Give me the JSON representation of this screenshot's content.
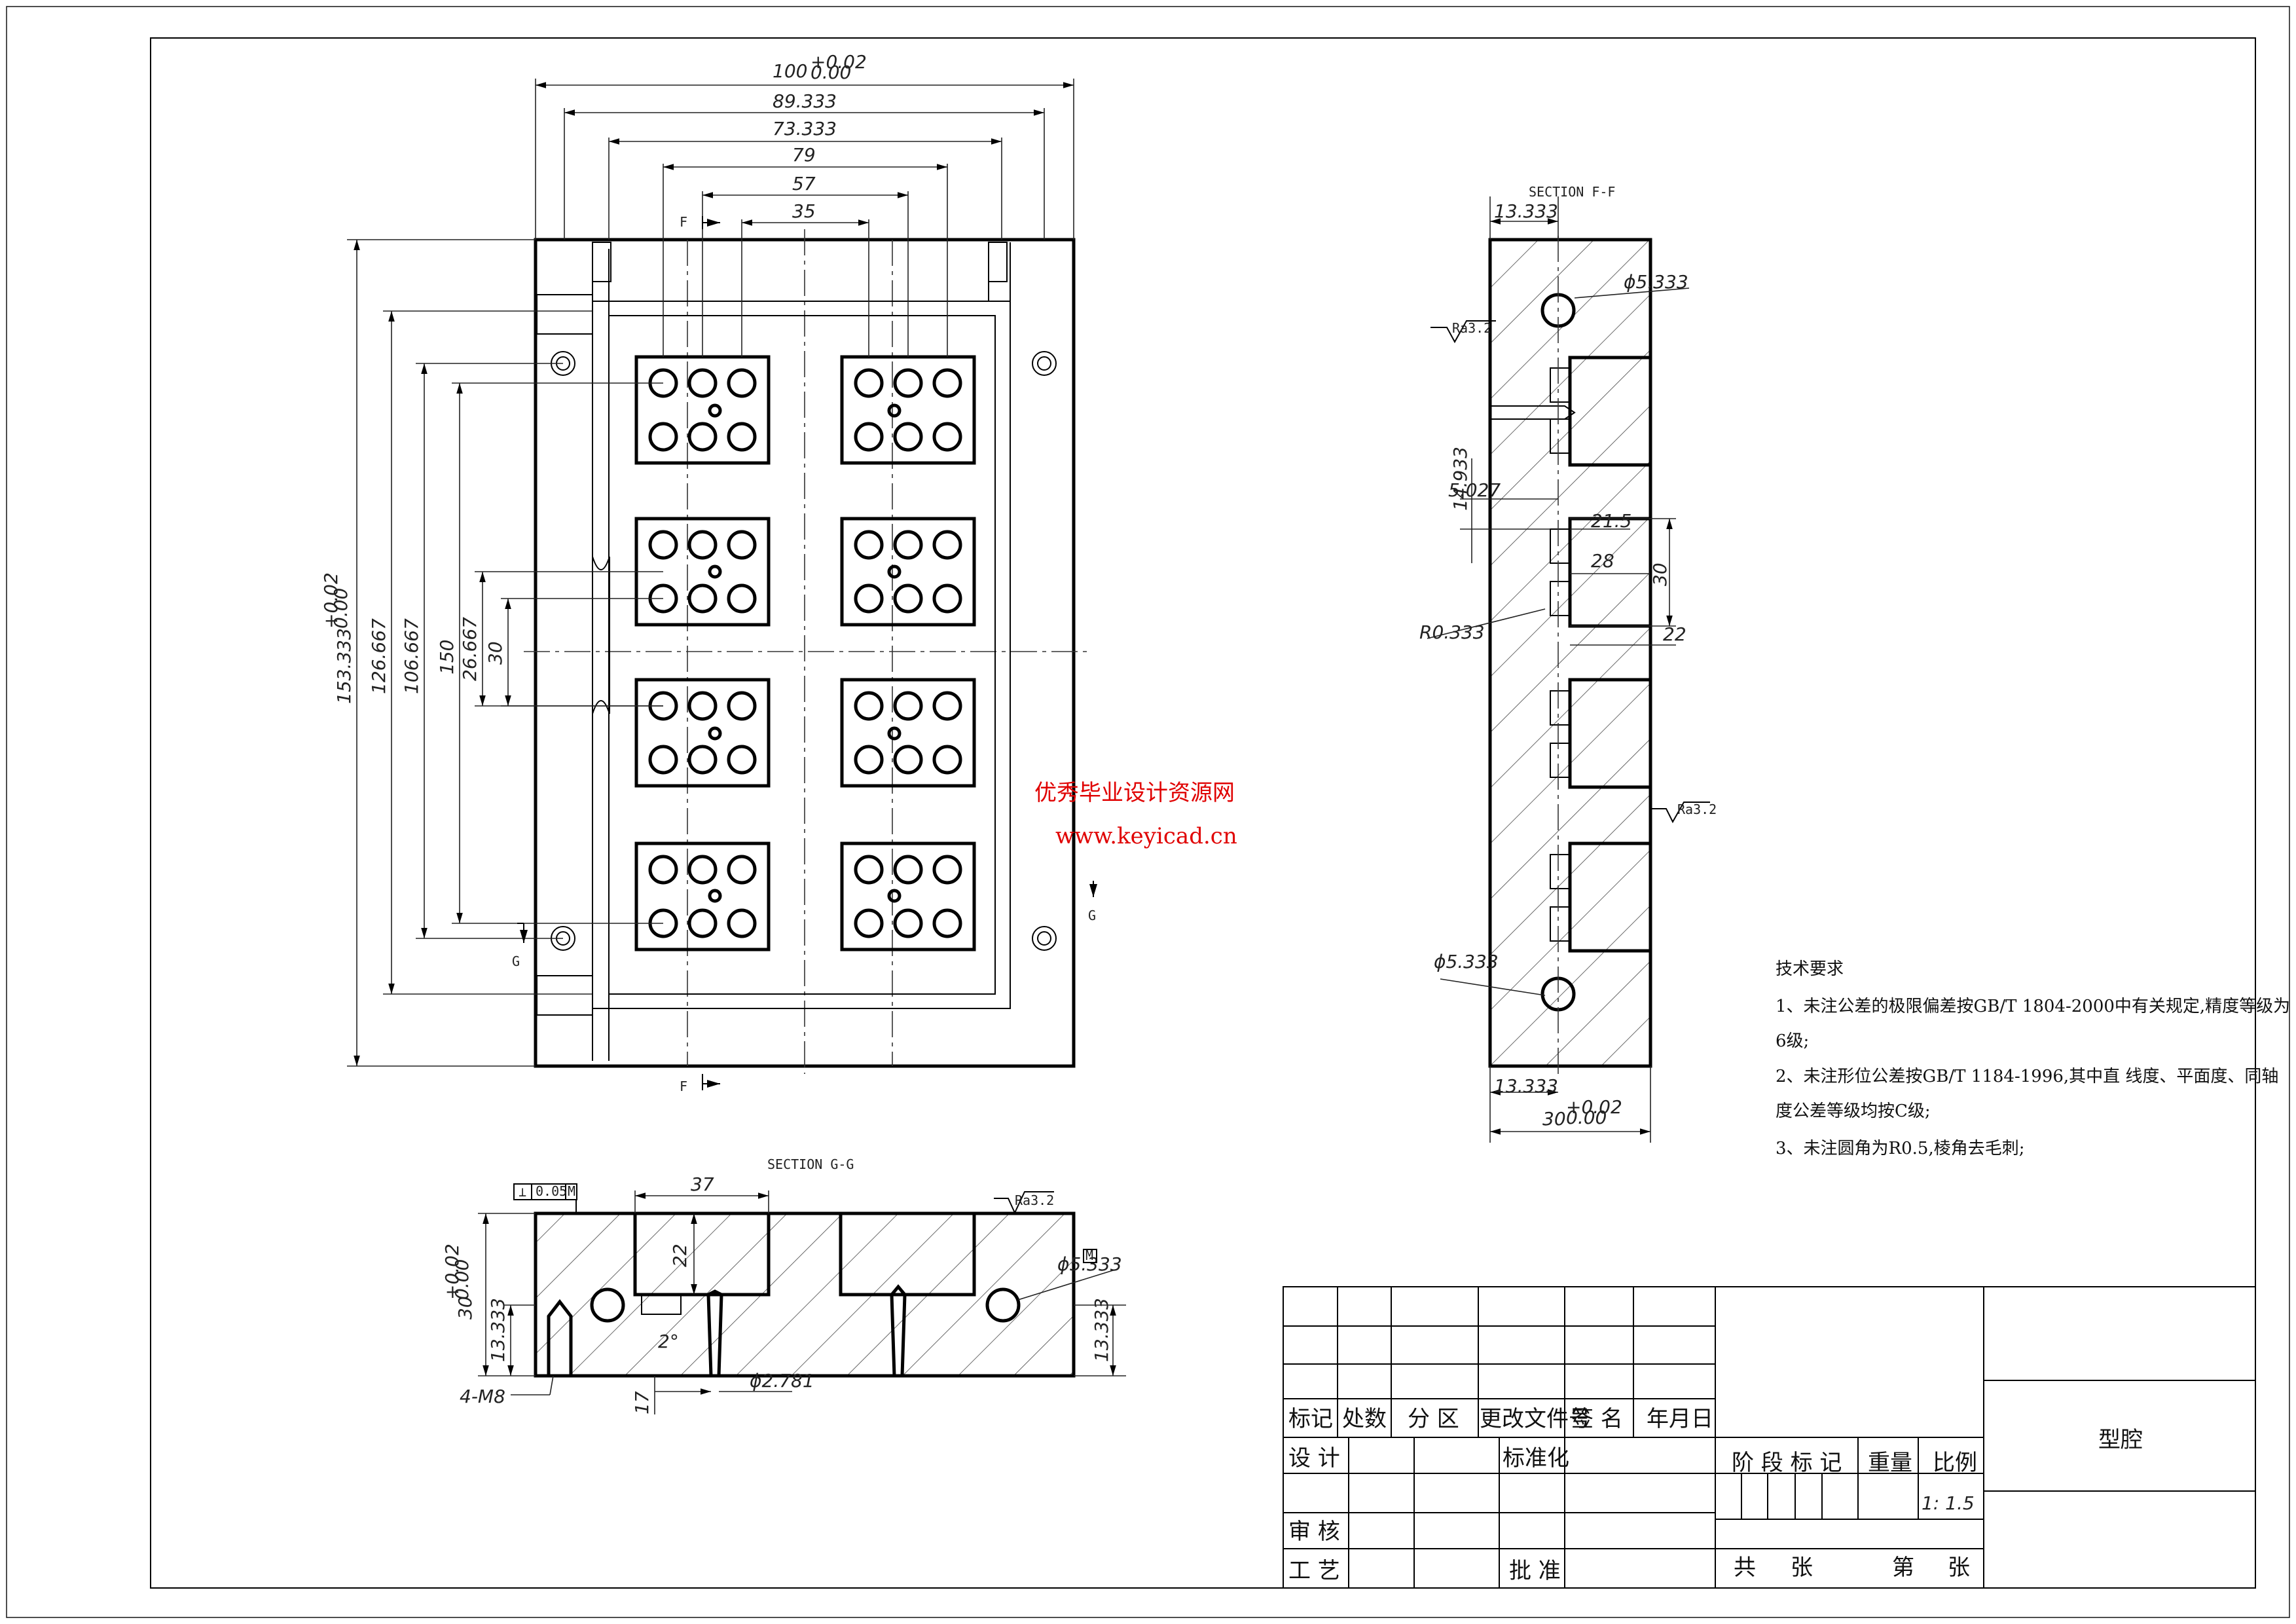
{
  "front_view": {
    "dims_top": [
      "100",
      "89.333",
      "73.333",
      "79",
      "57",
      "35"
    ],
    "tol_100": [
      "+0.02",
      "0.00"
    ],
    "dims_left": [
      "153.333",
      "126.667",
      "106.667",
      "150",
      "26.667",
      "30"
    ],
    "tol_153": [
      "+0.02",
      "0.00"
    ],
    "markers": {
      "f": "F",
      "g": "G"
    }
  },
  "section_ff": {
    "title": "SECTION F-F",
    "dims": {
      "width_top": "13.333",
      "hole_top": "ϕ5.333",
      "d_14933": "14.933",
      "d_5027": "5.027",
      "d_21_5": "21.5",
      "d_28": "28",
      "d_30": "30",
      "d_22": "22",
      "radius": "R0.333",
      "hole_bottom": "ϕ5.333",
      "width_bottom": "13.333",
      "total": "30",
      "tol": [
        "+0.02",
        "0.00"
      ]
    },
    "roughness": [
      "Ra3.2",
      "Ra3.2"
    ]
  },
  "section_gg": {
    "title": "SECTION G-G",
    "dims": {
      "d_37": "37",
      "d_22": "22",
      "d_30": "30",
      "tol": [
        "+0.02",
        "0.00"
      ],
      "d_13333_left": "13.333",
      "d_13333_right": "13.333",
      "hole": "ϕ5.333",
      "angle": "2°",
      "d_17": "17",
      "gate": "ϕ2.781",
      "thread": "4-M8"
    },
    "flatness": [
      "⊥",
      "0.05",
      "M"
    ],
    "roughness": "Ra3.2",
    "datum": "M"
  },
  "watermark": {
    "line1": "优秀毕业设计资源网",
    "line2": "www.keyicad.cn"
  },
  "tech_notes": {
    "heading": "技术要求",
    "lines": [
      "1、未注公差的极限偏差按GB/T 1804-2000中有关规定,精度等级为",
      "6级;",
      "2、未注形位公差按GB/T 1184-1996,其中直 线度、平面度、同轴",
      "度公差等级均按C级;",
      "3、未注圆角为R0.5,棱角去毛刺;"
    ]
  },
  "title_block": {
    "rev_headers": [
      "标记",
      "处数",
      "分 区",
      "更改文件号",
      "签 名",
      "年月日"
    ],
    "design": "设 计",
    "standardize": "标准化",
    "review": "审 核",
    "process": "工 艺",
    "approve": "批 准",
    "stage_mark": "阶 段 标 记",
    "weight": "重量",
    "scale": "比例",
    "scale_value": "1: 1.5",
    "total_sheets": "共",
    "sheets_unit": "张",
    "sheet_no": "第",
    "sheet_unit": "张",
    "part_name": "型腔"
  }
}
